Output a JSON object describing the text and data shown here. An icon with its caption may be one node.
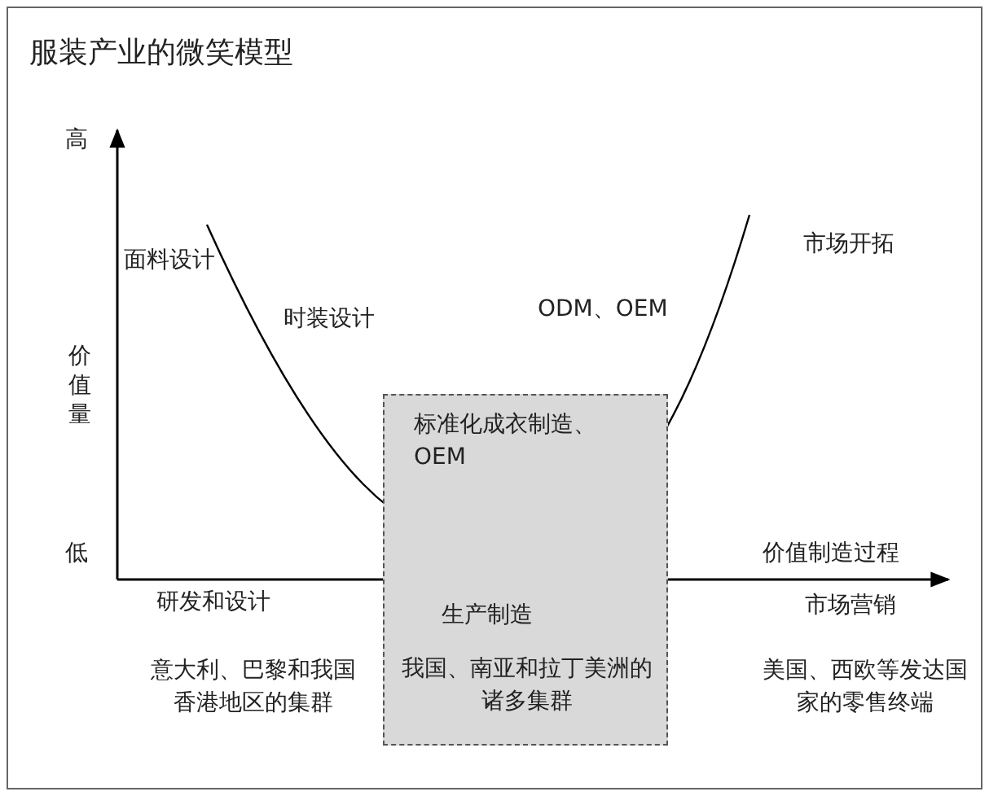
{
  "diagram": {
    "title": "服装产业的微笑模型",
    "nodes": [
      {
        "text": [
          "标准化成衣制造、OEM",
          "生产制造",
          "我国、南亚和拉丁美洲的诸多集群"
        ]
      }
    ],
    "labels": [
      "高",
      "面料设计",
      "市场开拓",
      "时装设计",
      "ODM、OEM",
      "价值量",
      "低",
      "价值制造过程",
      "研发和设计",
      "市场营销",
      "意大利、巴黎和我国香港地区的集群",
      "美国、西欧等发达国家的零售终端"
    ]
  }
}
